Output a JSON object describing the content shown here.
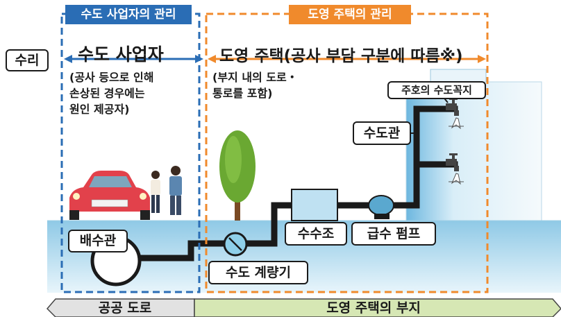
{
  "utility": {
    "header": "수도 사업자의 관리",
    "title": "수도 사업자",
    "note_lines": [
      "(공사 등으로 인해",
      "손상된 경우에는",
      "원인 제공자)"
    ]
  },
  "housing": {
    "header": "도영 주택의 관리",
    "title": "도영 주택(공사 부담 구분에 따름※)",
    "note_lines": [
      "(부지 내의 도로・",
      "통로를 포함)"
    ]
  },
  "repair_label": "수리",
  "labels": {
    "household_tap": "주호의 수도꼭지",
    "water_pipe": "수도관",
    "distribution_pipe": "배수관",
    "water_tank": "수수조",
    "supply_pump": "급수 펌프",
    "water_meter": "수도 계량기"
  },
  "ground": {
    "public_road": "공공 도로",
    "housing_site": "도영 주택의 부지"
  },
  "colors": {
    "utility_blue": "#2a6db5",
    "housing_orange": "#f08a2c",
    "water": "#bfe1f2",
    "ground_green": "#d6e7b4",
    "ground_gray": "#e2e2e2"
  }
}
